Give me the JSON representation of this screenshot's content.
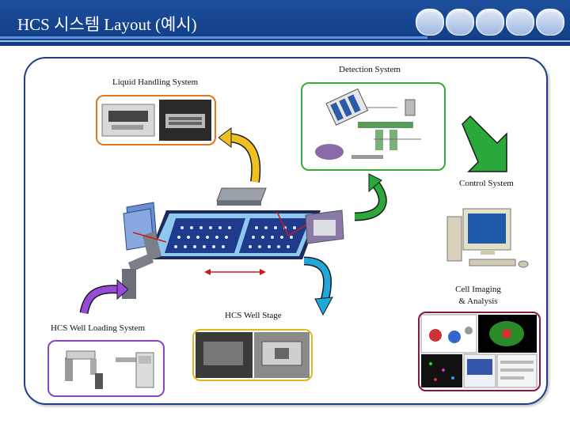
{
  "header": {
    "title": "HCS 시스템 Layout (예시)"
  },
  "labels": {
    "detection": "Detection System",
    "liquid": "Liquid Handling System",
    "control": "Control System",
    "cell_line1": "Cell Imaging",
    "cell_line2": "& Analysis",
    "stage": "HCS Well Stage",
    "loading": "HCS Well Loading System"
  },
  "colors": {
    "header": "#1a4a97",
    "panel_border": "#1e3f87",
    "liquid_border": "#e07a1a",
    "detection_border": "#3aa83a",
    "loading_border": "#8a44c8",
    "stage_border": "#e0b81a",
    "cell_border": "#8a1a3a"
  }
}
